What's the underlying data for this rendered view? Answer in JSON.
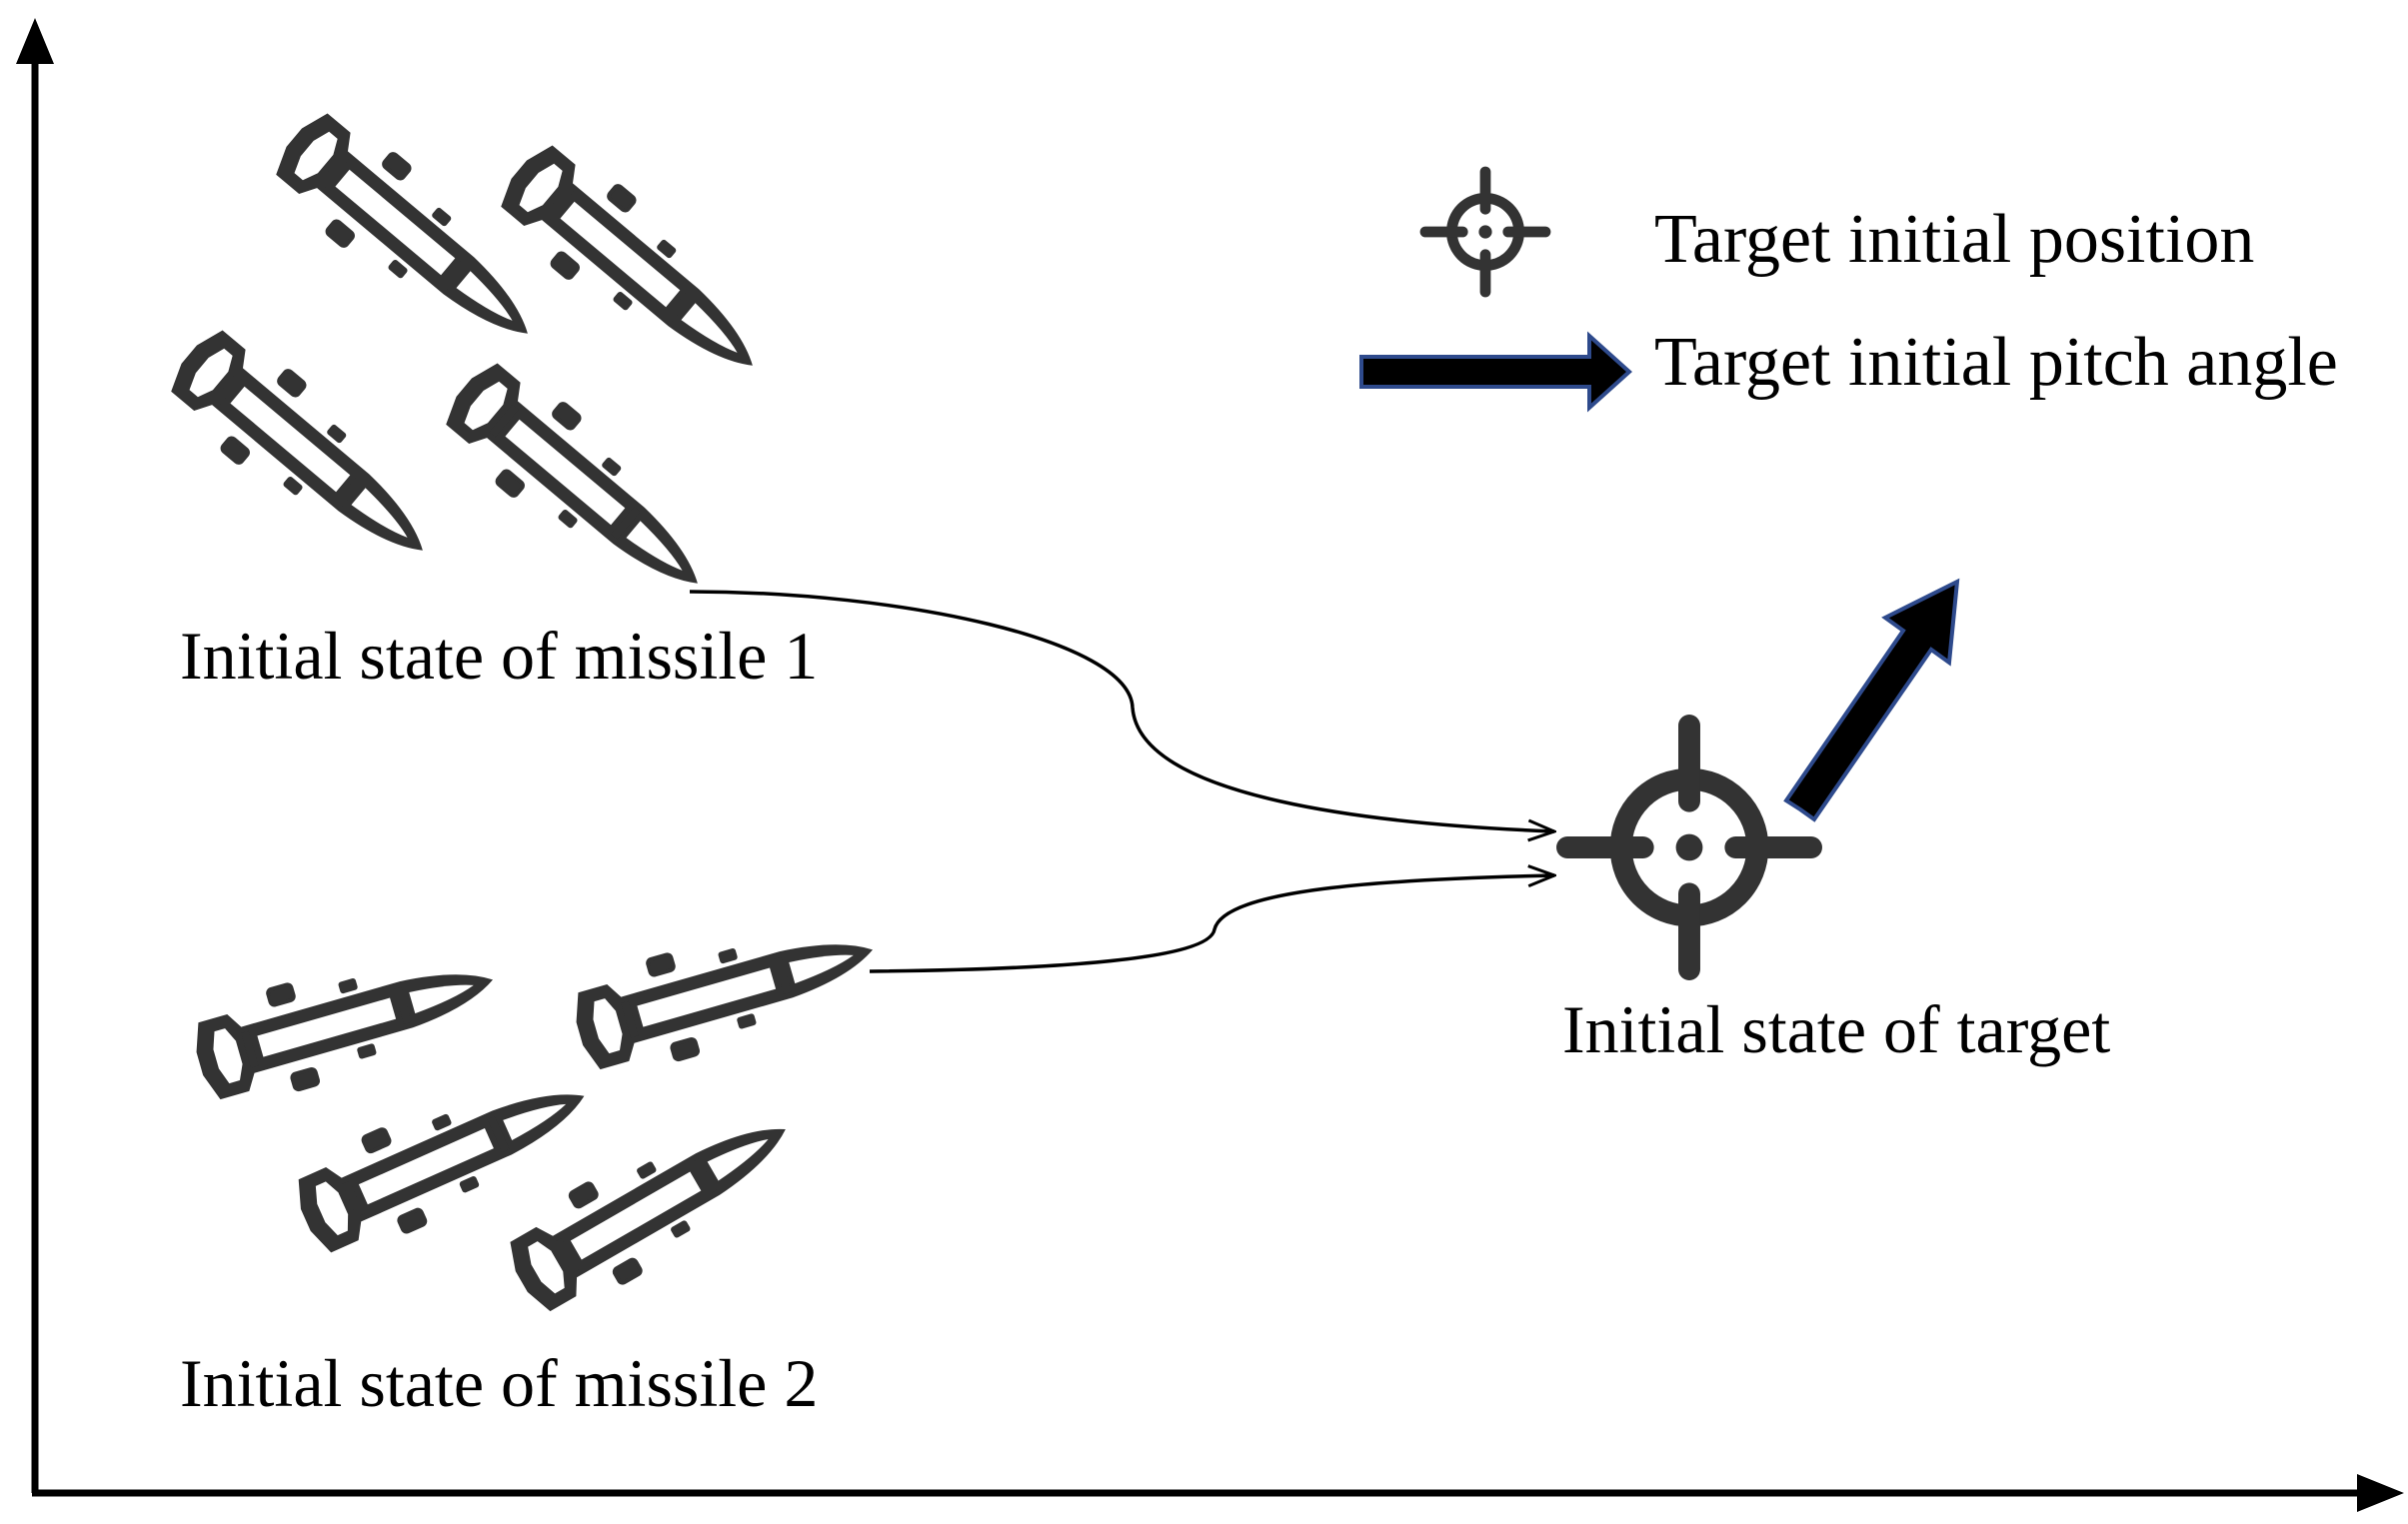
{
  "labels": {
    "missile_group_1": "Initial state of missile 1",
    "missile_group_2": "Initial state of missile 2",
    "target": "Initial state of target"
  },
  "legend": {
    "target_position": "Target initial position",
    "pitch_angle": "Target initial pitch angle"
  },
  "icons": {
    "missile": "missile-icon",
    "target": "crosshair-icon",
    "pitch_arrow": "arrow-icon"
  },
  "colors": {
    "ink": "#000000",
    "icon_fill": "#333333",
    "missile_body": "#ffffff",
    "arrow_fill": "#000000",
    "arrow_outline": "#2e4a8c"
  }
}
